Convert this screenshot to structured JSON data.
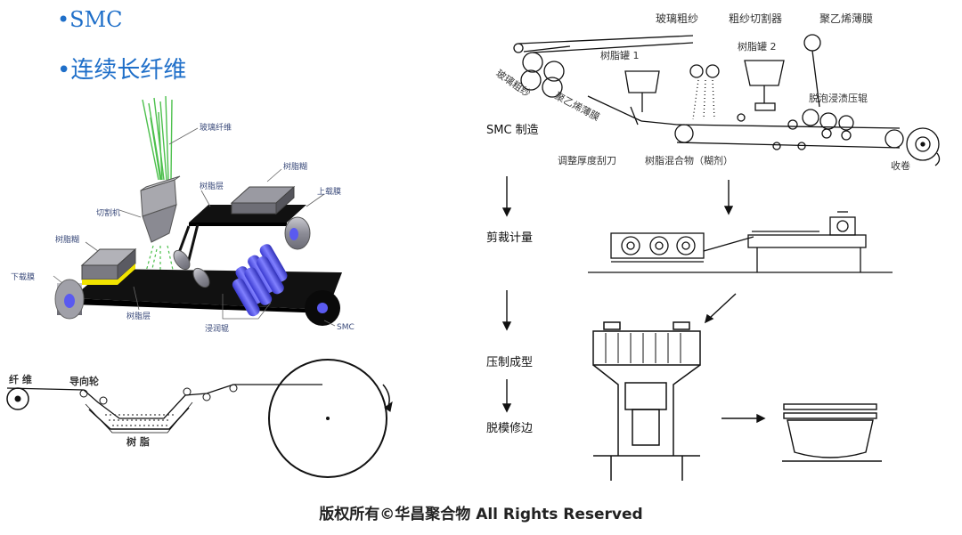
{
  "bullets": [
    "•SMC",
    "•连续长纤维"
  ],
  "diagram_a": {
    "labels": {
      "glass_fiber": "玻璃纤维",
      "cutter": "切割机",
      "resin_paste_top": "树脂糊",
      "resin_layer_top": "树脂层",
      "upper_film": "上载膜",
      "resin_paste_left": "树脂糊",
      "lower_film": "下载膜",
      "resin_layer_bottom": "树脂层",
      "impregnation_rollers": "浸润辊",
      "smc": "SMC"
    }
  },
  "diagram_b": {
    "labels": {
      "fiber": "纤 维",
      "guide_wheel": "导向轮",
      "resin": "树 脂"
    }
  },
  "process": {
    "top_labels": {
      "glass_roving_top": "玻璃粗纱",
      "roving_cutter": "粗纱切割器",
      "pe_film_top": "聚乙烯薄膜",
      "resin_tank_1": "树脂罐 1",
      "resin_tank_2": "树脂罐 2",
      "glass_roving_left": "玻璃粗纱",
      "pe_film_left": "聚乙烯薄膜",
      "degas_rollers": "脱泡浸渍压辊",
      "thickness_blade": "调整厚度刮刀",
      "resin_mix": "树脂混合物（糊剂）",
      "take_up": "收卷"
    },
    "steps": [
      "SMC 制造",
      "剪裁计量",
      "压制成型",
      "脱模修边"
    ]
  },
  "footer": "版权所有©华昌聚合物 All Rights Reserved"
}
